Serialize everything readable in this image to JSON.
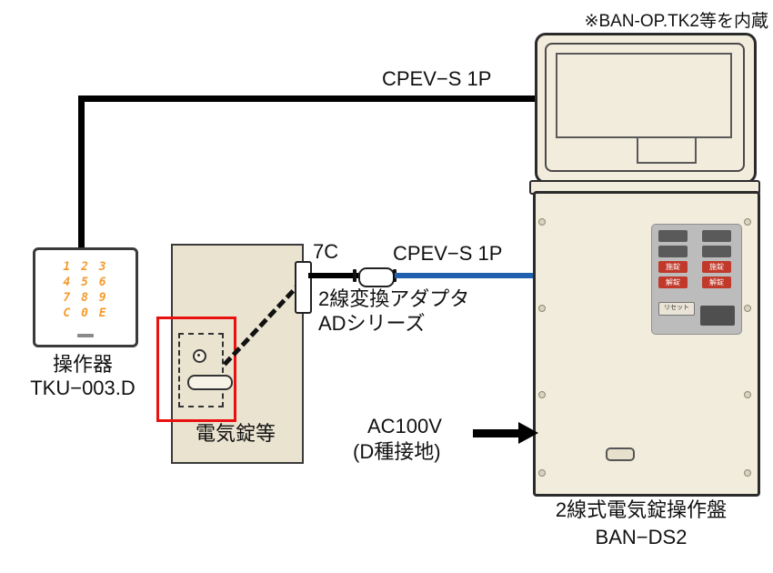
{
  "note": "※BAN-OP.TK2等を内蔵",
  "colors": {
    "wire_blue": "#2060ae",
    "highlight_red": "#e8110f",
    "keypad_digits": "#f59b2d",
    "button_red": "#c0392b"
  },
  "cables": {
    "top_label": "CPEV−S 1P",
    "mid_label": "CPEV−S 1P"
  },
  "connector": {
    "label": "7C"
  },
  "adapter": {
    "line1": "2線変換アダプタ",
    "line2": "ADシリーズ"
  },
  "power": {
    "line1": "AC100V",
    "line2": "(D種接地)"
  },
  "keypad": {
    "rows": [
      "1 2 3",
      "4 5 6",
      "7 8 9",
      "C 0 E"
    ],
    "caption1": "操作器",
    "caption2": "TKU−003.D"
  },
  "door": {
    "label": "電気錠等"
  },
  "panel": {
    "caption1": "2線式電気錠操作盤",
    "caption2": "BAN−DS2",
    "buttons": {
      "lock": "施錠",
      "unlock": "解錠",
      "reset": "リセット"
    }
  }
}
